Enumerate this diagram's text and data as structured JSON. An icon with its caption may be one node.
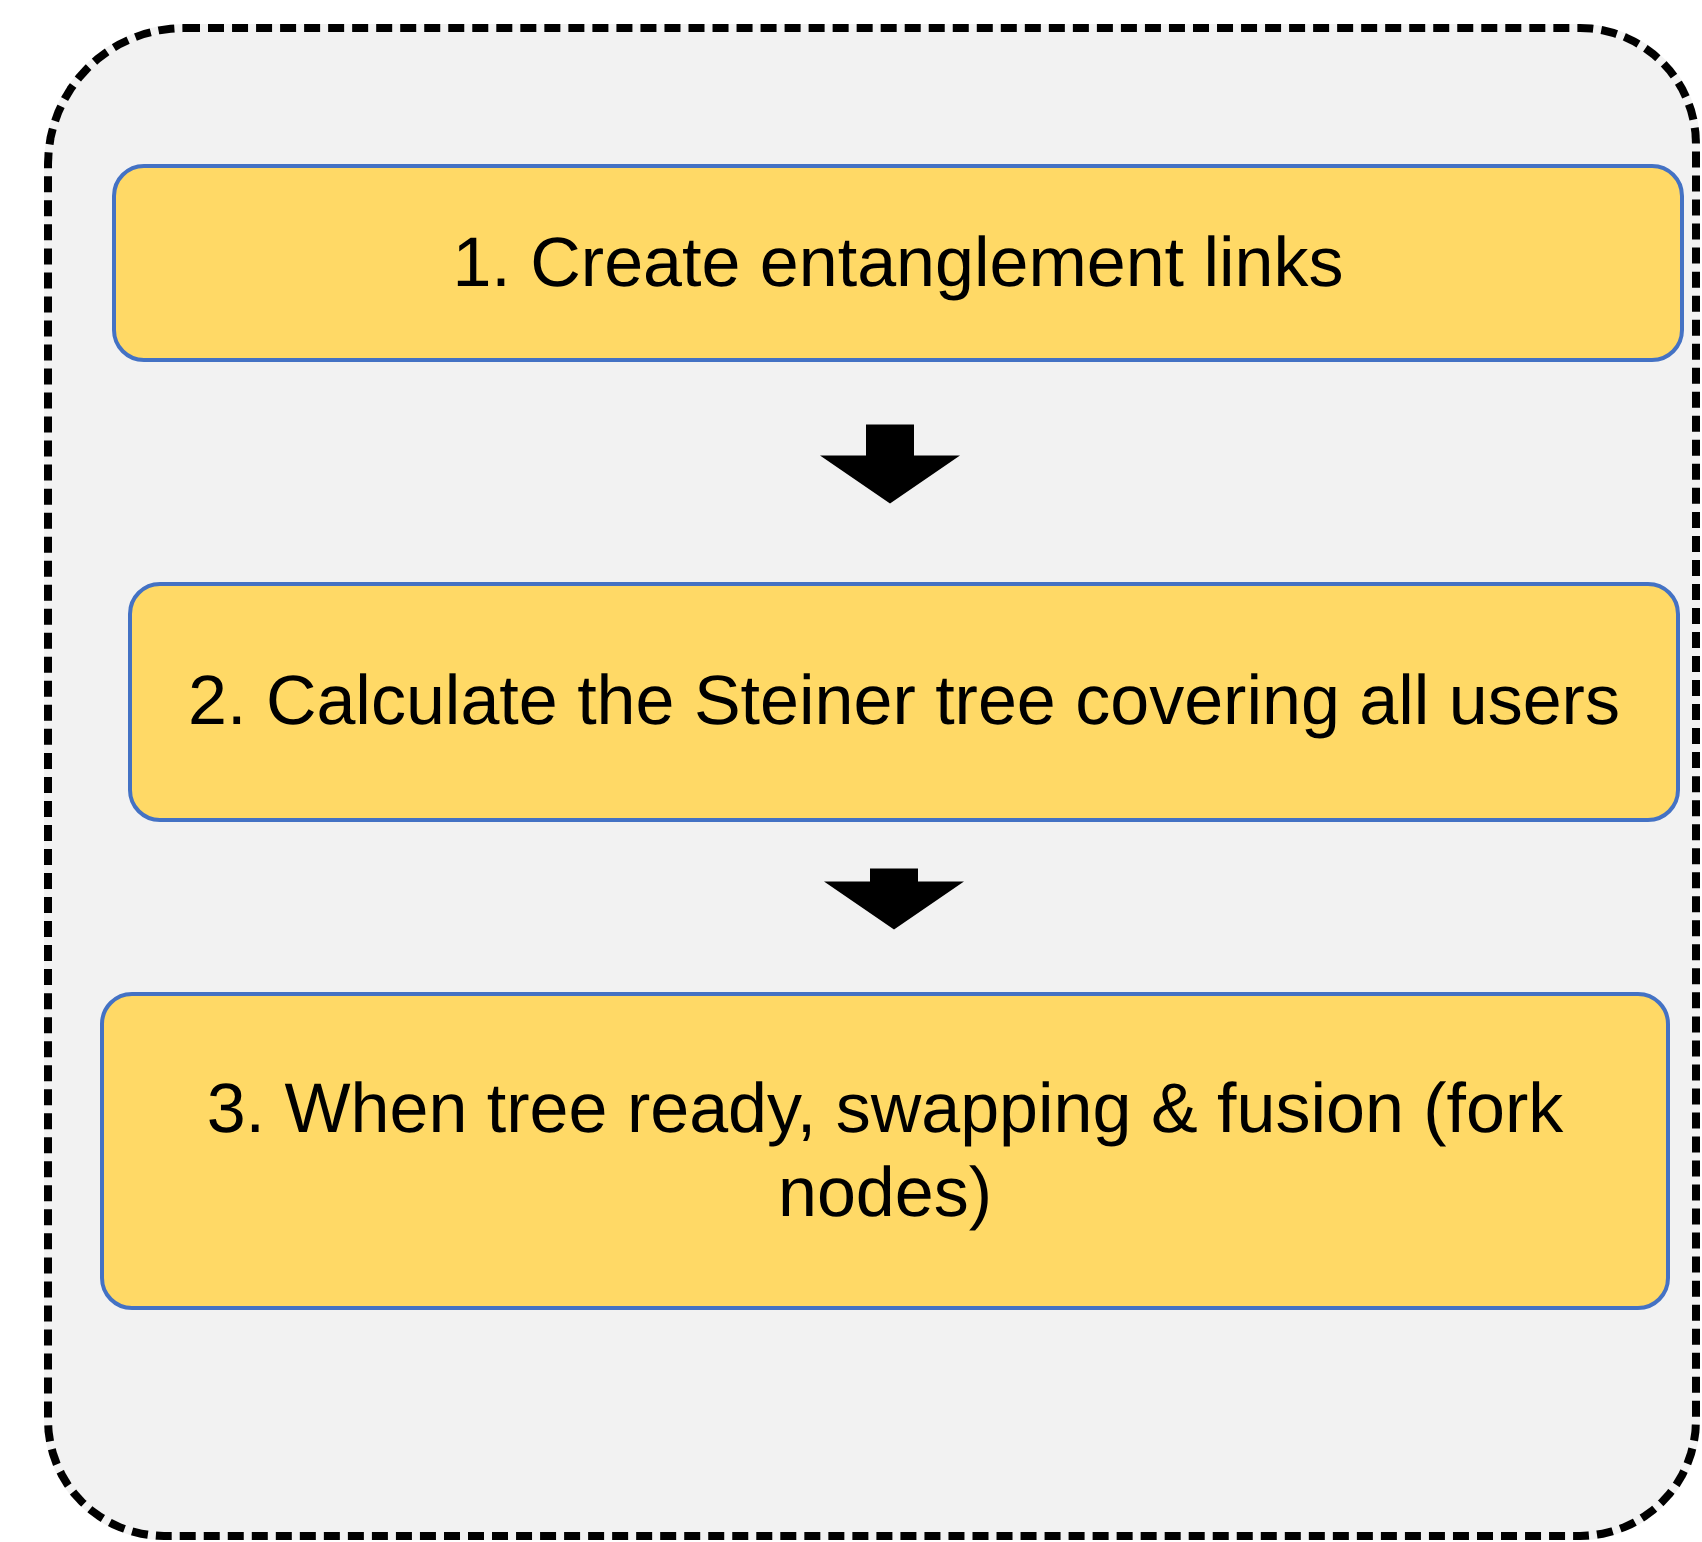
{
  "diagram": {
    "nodes": [
      {
        "text": [],
        "shape": "box"
      },
      {
        "text": [
          "1. Create entanglement links"
        ],
        "in": 0
      },
      {
        "text": [
          "2. Calculate the Steiner tree covering all users"
        ],
        "in": 0
      },
      {
        "text": [
          "3. When tree ready, swapping & fusion (fork nodes)"
        ],
        "in": 0
      }
    ],
    "edges": [
      {
        "from": 1,
        "to": 2,
        "arrow": "to"
      },
      {
        "from": 2,
        "to": 3,
        "arrow": "to"
      }
    ]
  }
}
